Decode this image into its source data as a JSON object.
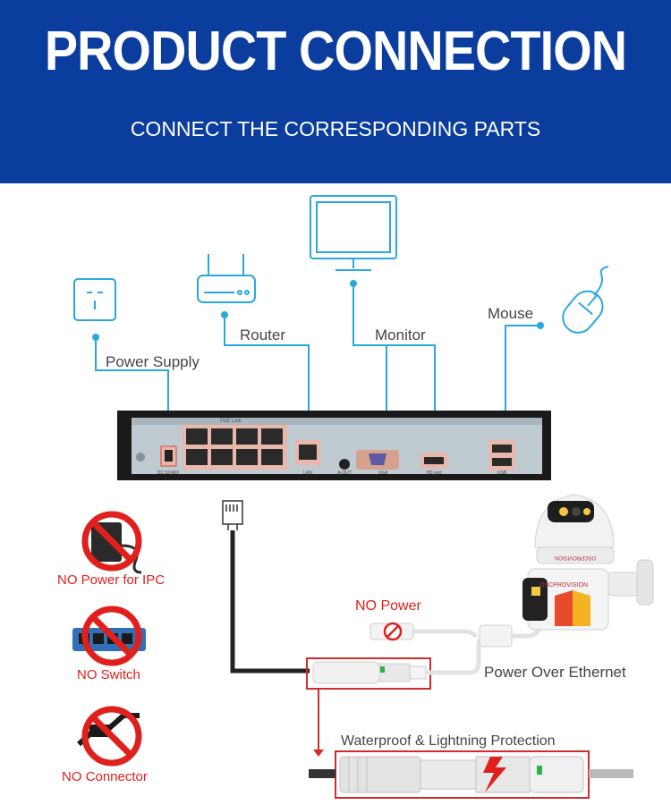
{
  "header": {
    "title": "PRODUCT CONNECTION",
    "subtitle": "CONNECT THE CORRESPONDING PARTS"
  },
  "devices": {
    "power_supply": "Power Supply",
    "router": "Router",
    "monitor": "Monitor",
    "mouse": "Mouse"
  },
  "nvr": {
    "poe_label": "PoE Link",
    "ports": [
      "DC 52/48V",
      "LAN",
      "A-OUT",
      "VGA",
      "HD port",
      "USB"
    ]
  },
  "warnings": {
    "no_power_ipc": "NO Power for IPC",
    "no_switch": "NO Switch",
    "no_connector": "NO Connector"
  },
  "cabling": {
    "no_power": "NO Power",
    "poe": "Power Over Ethernet",
    "waterproof": "Waterproof & Lightning Protection"
  },
  "camera_brand": "OSCPROVISION",
  "colors": {
    "header_bg": "#0a3d9e",
    "accent_blue": "#29a8e0",
    "highlight_red": "#e0201c"
  }
}
